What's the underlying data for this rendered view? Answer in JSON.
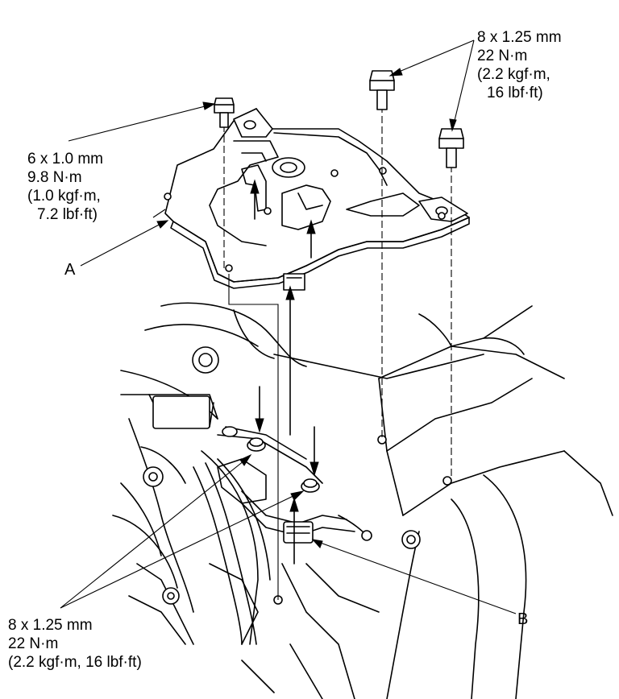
{
  "labels": {
    "bolt_top_right": {
      "size": "8 x 1.25 mm",
      "torque_nm": "22 N·m",
      "torque_kgf": "(2.2 kgf·m,",
      "torque_lbf": "16 lbf·ft)"
    },
    "bolt_left": {
      "size": "6 x 1.0 mm",
      "torque_nm": "9.8 N·m",
      "torque_kgf": "(1.0 kgf·m,",
      "torque_lbf": "7.2 lbf·ft)"
    },
    "bolt_bottom": {
      "size": "8 x 1.25 mm",
      "torque_nm": "22 N·m",
      "torque_full": "(2.2 kgf·m, 16 lbf·ft)"
    },
    "callout_a": "A",
    "callout_b": "B"
  }
}
